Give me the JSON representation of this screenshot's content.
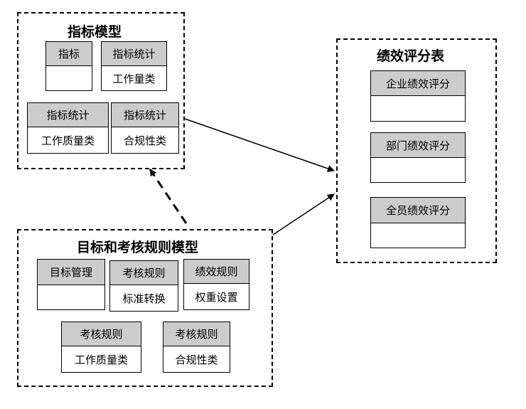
{
  "indicator_model": {
    "title": "指标模型",
    "indicator": {
      "header": "指标",
      "body": ""
    },
    "workload_stat": {
      "header": "指标统计",
      "body": "工作量类"
    },
    "quality_stat": {
      "header": "指标统计",
      "body": "工作质量类"
    },
    "compliance_stat": {
      "header": "指标统计",
      "body": "合规性类"
    }
  },
  "scorecard": {
    "title": "绩效评分表",
    "enterprise": {
      "header": "企业绩效评分",
      "body": ""
    },
    "department": {
      "header": "部门绩效评分",
      "body": ""
    },
    "all_staff": {
      "header": "全员绩效评分",
      "body": ""
    }
  },
  "goal_rule_model": {
    "title": "目标和考核规则模型",
    "goal_mgmt": {
      "header": "目标管理",
      "body": ""
    },
    "standard_conv": {
      "header": "考核规则",
      "body": "标准转换"
    },
    "weight_setting": {
      "header": "绩效规则",
      "body": "权重设置"
    },
    "quality_rule": {
      "header": "考核规则",
      "body": "工作质量类"
    },
    "compliance_rule": {
      "header": "考核规则",
      "body": "合规性类"
    }
  }
}
